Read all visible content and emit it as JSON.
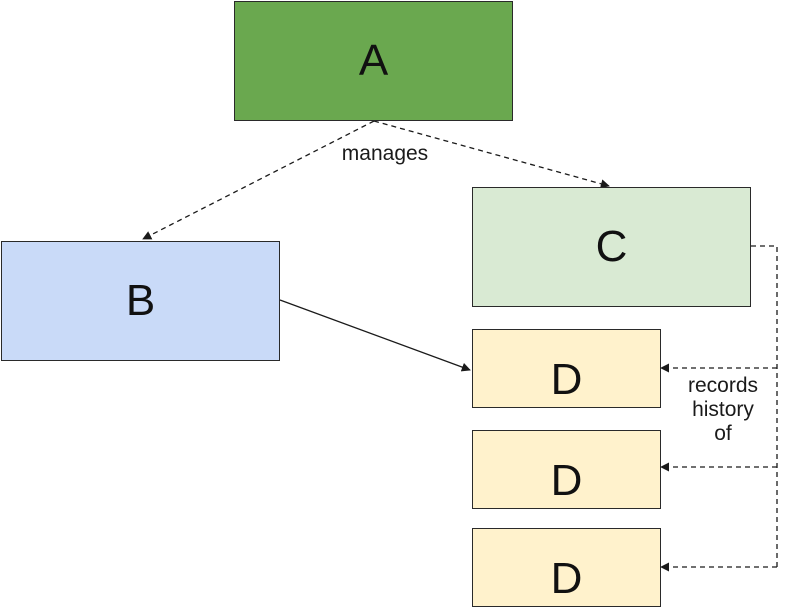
{
  "nodes": {
    "a": {
      "label": "A",
      "color": "#6aa84f"
    },
    "b": {
      "label": "B",
      "color": "#c9daf8"
    },
    "c": {
      "label": "C",
      "color": "#d9ead3"
    },
    "d1": {
      "label": "D",
      "color": "#fff2cc"
    },
    "d2": {
      "label": "D",
      "color": "#fff2cc"
    },
    "d3": {
      "label": "D",
      "color": "#fff2cc"
    }
  },
  "edges": {
    "manages_label": "manages",
    "records_history_label": "records\nhistory\nof"
  }
}
